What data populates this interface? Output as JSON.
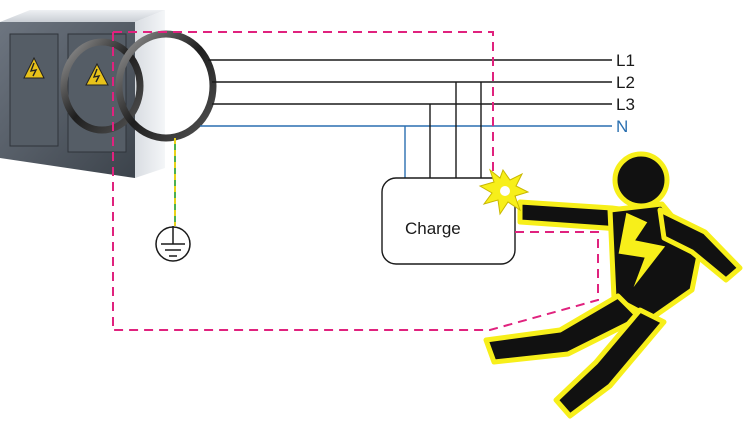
{
  "lines": {
    "l1": "L1",
    "l2": "L2",
    "l3": "L3",
    "n": "N"
  },
  "load": {
    "label": "Charge"
  },
  "icons": {
    "transformer": "transformer-cabinet-icon",
    "ground": "earth-ground-icon",
    "person": "electric-shock-person-icon",
    "spark": "spark-burst-icon",
    "warning": "high-voltage-warning-icon"
  },
  "colors": {
    "phase": "#1a1a1a",
    "neutral": "#2a6fb0",
    "earth_green": "#4caf50",
    "earth_yellow": "#e8d21a",
    "fault_path": "#e0227e",
    "person_fill": "#111111",
    "person_outline": "#f7ef1a"
  }
}
